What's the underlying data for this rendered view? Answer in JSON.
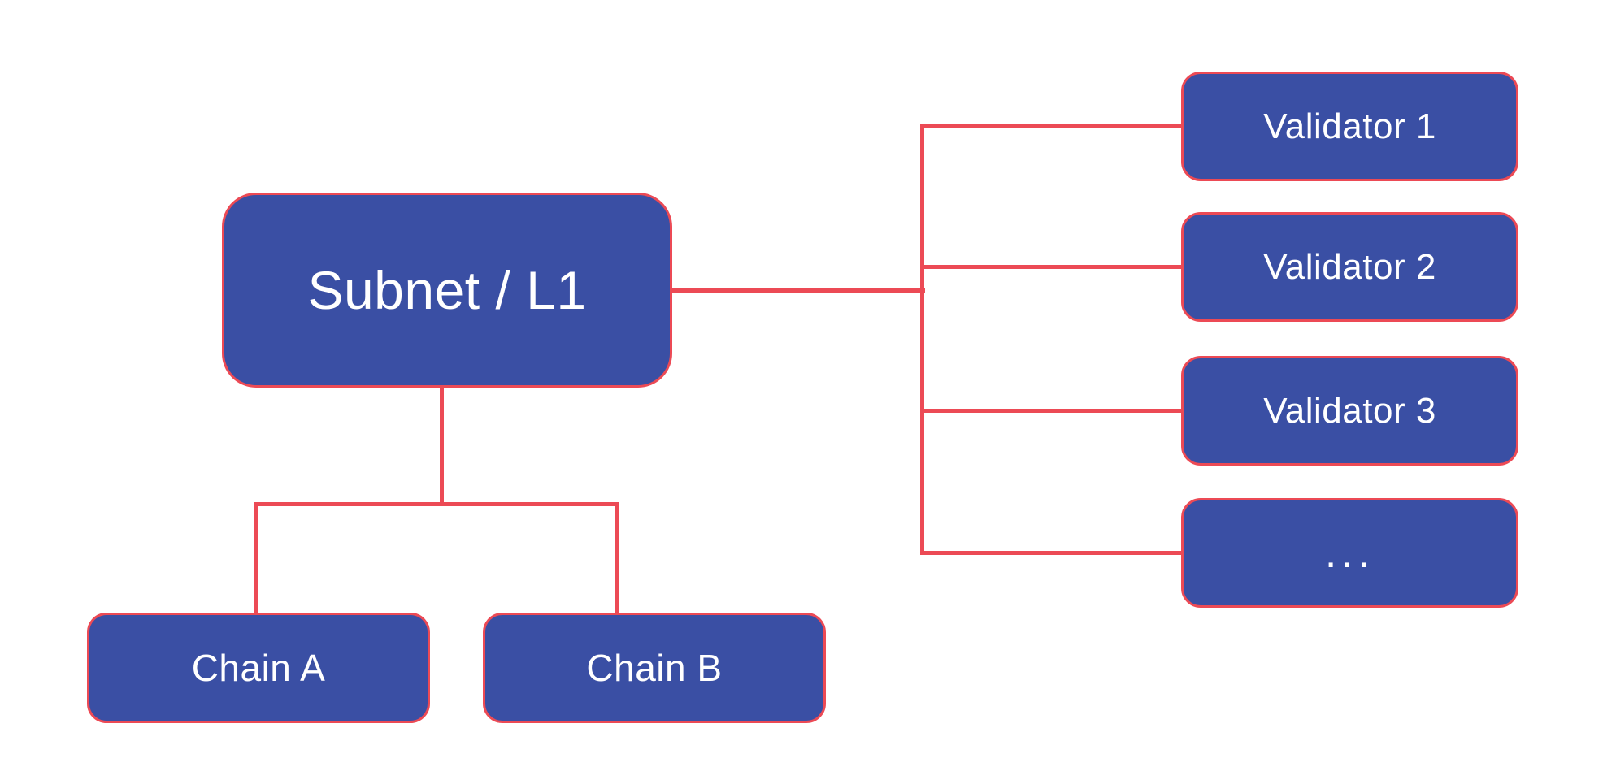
{
  "colors": {
    "node_fill": "#3A4FA4",
    "line": "#EC4A55",
    "text": "#FFFFFF",
    "background": "#FFFFFF"
  },
  "diagram": {
    "root": {
      "label": "Subnet / L1"
    },
    "chains": [
      {
        "label": "Chain A"
      },
      {
        "label": "Chain B"
      }
    ],
    "validators": [
      {
        "label": "Validator 1"
      },
      {
        "label": "Validator 2"
      },
      {
        "label": "Validator 3"
      },
      {
        "label": "..."
      }
    ]
  }
}
